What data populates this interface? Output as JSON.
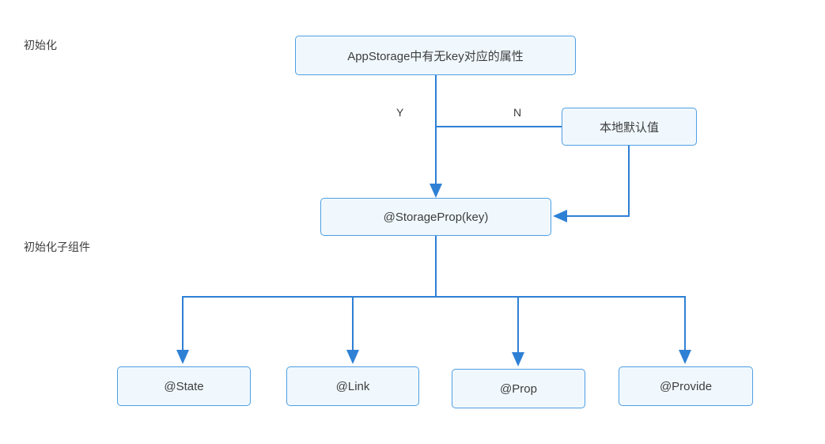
{
  "diagram": {
    "side_labels": {
      "init": "初始化",
      "init_child": "初始化子组件"
    },
    "branch_labels": {
      "yes": "Y",
      "no": "N"
    },
    "nodes": {
      "appstorage_check": "AppStorage中有无key对应的属性",
      "local_default": "本地默认值",
      "storage_prop": "@StorageProp(key)",
      "state": "@State",
      "link": "@Link",
      "prop": "@Prop",
      "provide": "@Provide"
    },
    "colors": {
      "line": "#2e80d5",
      "box_border": "#4f9ee3",
      "box_fill": "#f0f8fe",
      "text": "#3d3d3d",
      "background": "#ffffff"
    }
  }
}
